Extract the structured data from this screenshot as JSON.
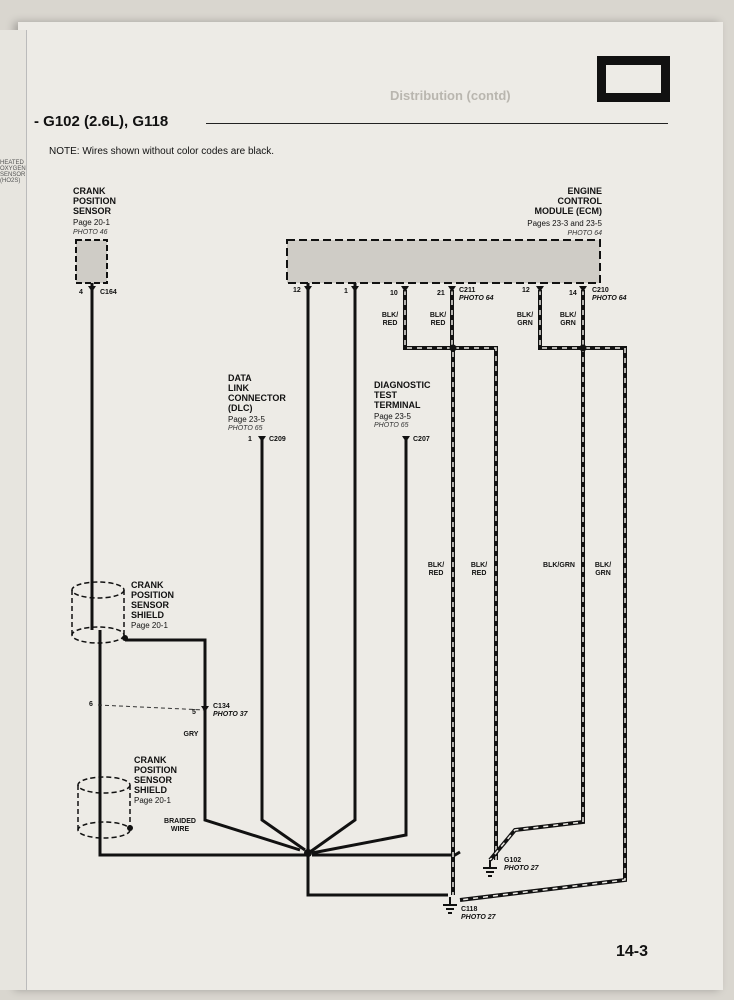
{
  "heading": "- G102 (2.6L), G118",
  "note": "NOTE: Wires shown without color codes are black.",
  "page_number": "14-3",
  "icon": {
    "name": "battery-icon",
    "plus": "+",
    "minus": "−"
  },
  "components": {
    "crank_sensor": {
      "name": "CRANK\nPOSITION\nSENSOR",
      "page": "Page 20-1",
      "photo": "PHOTO 46"
    },
    "ecm": {
      "name": "ENGINE\nCONTROL\nMODULE (ECM)",
      "page": "Pages 23-3 and 23-5",
      "photo": "PHOTO 64"
    },
    "dlc": {
      "name": "DATA\nLINK\nCONNECTOR\n(DLC)",
      "page": "Page 23-5",
      "photo": "PHOTO 65"
    },
    "diag": {
      "name": "DIAGNOSTIC\nTEST\nTERMINAL",
      "page": "Page 23-5",
      "photo": "PHOTO 65"
    },
    "shield1": {
      "name": "CRANK\nPOSITION\nSENSOR\nSHIELD",
      "page": "Page 20-1"
    },
    "shield2": {
      "name": "CRANK\nPOSITION\nSENSOR\nSHIELD",
      "page": "Page 20-1"
    }
  },
  "pins": {
    "crank_pin": "4",
    "c164": "C164",
    "ecm_12a": "12",
    "ecm_1": "1",
    "ecm_10": "10",
    "ecm_21": "21",
    "c211": "C211",
    "c211_photo": "PHOTO 64",
    "ecm_12b": "12",
    "ecm_14": "14",
    "c210": "C210",
    "c210_photo": "PHOTO 64",
    "dlc_1": "1",
    "c209": "C209",
    "c207": "C207",
    "c134_6": "6",
    "c134_5": "5",
    "c134": "C134",
    "c134_photo": "PHOTO 37",
    "g102": "G102",
    "g102_photo": "PHOTO 27",
    "g118": "C118",
    "g118_photo": "PHOTO 27"
  },
  "wires": {
    "w1": "BLK/\nRED",
    "w2": "BLK/\nRED",
    "w3": "BLK/\nGRN",
    "w4": "BLK/\nGRN",
    "w5": "BLK/\nRED",
    "w6": "BLK/\nRED",
    "w7": "BLK/GRN",
    "w8": "BLK/\nGRN",
    "gry": "GRY",
    "braided": "BRAIDED\nWIRE"
  }
}
